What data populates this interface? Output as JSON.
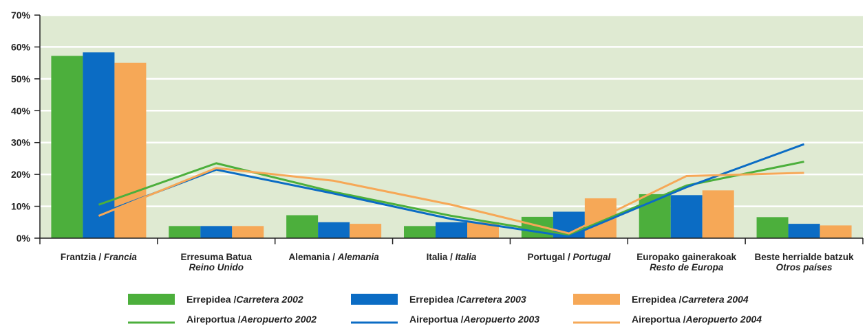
{
  "chart_data": {
    "type": "bar",
    "ylim": [
      0,
      70
    ],
    "yticks": [
      "0%",
      "10%",
      "20%",
      "30%",
      "40%",
      "50%",
      "60%",
      "70%"
    ],
    "grid": true,
    "legend_position": "bottom",
    "categories": [
      {
        "main": "Frantzia / ",
        "italic": "Francia",
        "second": ""
      },
      {
        "main": "Erresuma Batua",
        "italic": "",
        "second": "Reino Unido"
      },
      {
        "main": "Alemania / ",
        "italic": "Alemania",
        "second": ""
      },
      {
        "main": "Italia / ",
        "italic": "Italia",
        "second": ""
      },
      {
        "main": "Portugal / ",
        "italic": "Portugal",
        "second": ""
      },
      {
        "main": "Europako gainerakoak",
        "italic": "",
        "second": "Resto de Europa"
      },
      {
        "main": "Beste herrialde batzuk",
        "italic": "",
        "second": "Otros países"
      }
    ],
    "bar_series": [
      {
        "name_main": "Errepidea /",
        "name_italic": "Carretera 2002",
        "color": "#4caf3c",
        "values": [
          57.2,
          3.8,
          7.2,
          3.8,
          6.7,
          13.8,
          6.6
        ]
      },
      {
        "name_main": "Errepidea /",
        "name_italic": "Carretera 2003",
        "color": "#0b6cc4",
        "values": [
          58.3,
          3.8,
          5.0,
          5.0,
          8.3,
          13.5,
          4.5
        ]
      },
      {
        "name_main": "Errepidea /",
        "name_italic": "Carretera 2004",
        "color": "#f6a857",
        "values": [
          55.0,
          3.8,
          4.5,
          5.0,
          12.5,
          15.0,
          4.0
        ]
      }
    ],
    "line_series": [
      {
        "name_main": "Aireportua /",
        "name_italic": "Aeropuerto 2002",
        "color": "#4caf3c",
        "values": [
          10.5,
          23.5,
          14.5,
          7.0,
          1.0,
          16.5,
          24.0
        ]
      },
      {
        "name_main": "Aireportua /",
        "name_italic": "Aeropuerto 2003",
        "color": "#0b6cc4",
        "values": [
          7.5,
          21.5,
          14.0,
          6.0,
          0.5,
          16.0,
          29.5
        ]
      },
      {
        "name_main": "Aireportua /",
        "name_italic": "Aeropuerto 2004",
        "color": "#f6a857",
        "values": [
          7.0,
          22.0,
          18.0,
          10.5,
          1.5,
          19.5,
          20.5
        ]
      }
    ],
    "plot_background": "#dfead2",
    "grid_color": "#ffffff"
  }
}
